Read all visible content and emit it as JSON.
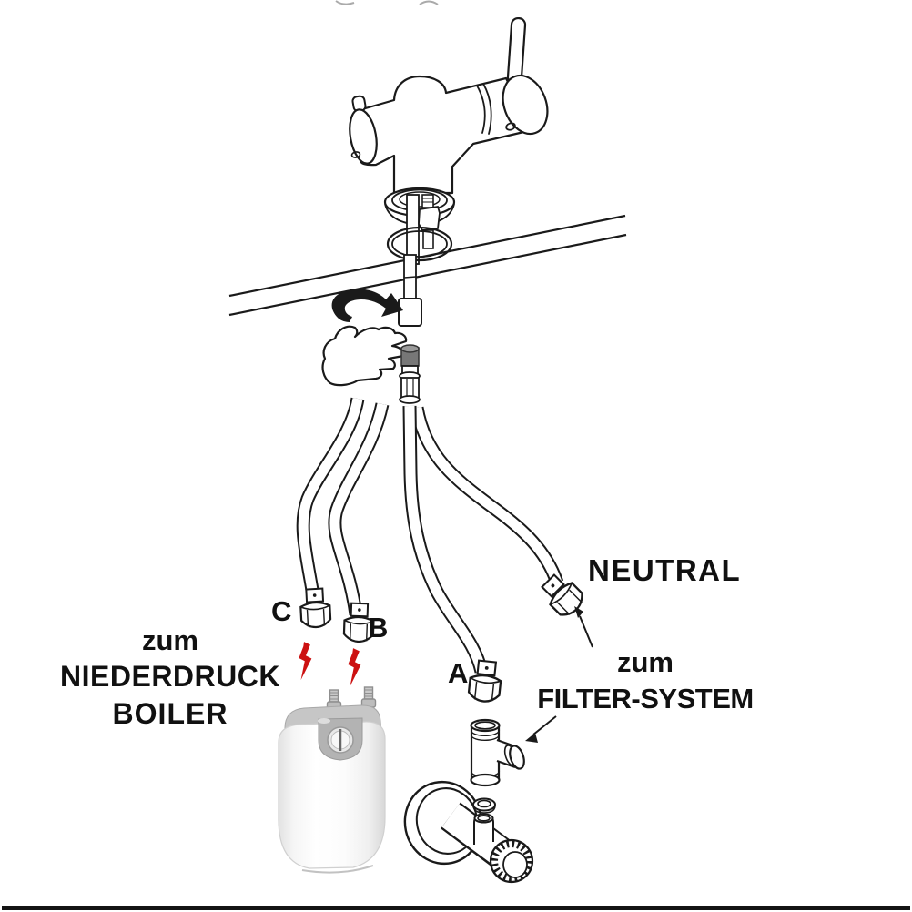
{
  "labels": {
    "neutral": "NEUTRAL",
    "boiler": {
      "line1": "zum",
      "line2": "NIEDERDRUCK",
      "line3": "BOILER"
    },
    "filter": {
      "line1": "zum",
      "line2": "FILTER-SYSTEM"
    },
    "hoses": {
      "a": "A",
      "b": "B",
      "c": "C"
    }
  },
  "colors": {
    "line": "#1a1a1a",
    "accent_red": "#cc1111",
    "boiler_gray": "#c6c6c6",
    "rule": "#141414",
    "background": "#ffffff"
  }
}
